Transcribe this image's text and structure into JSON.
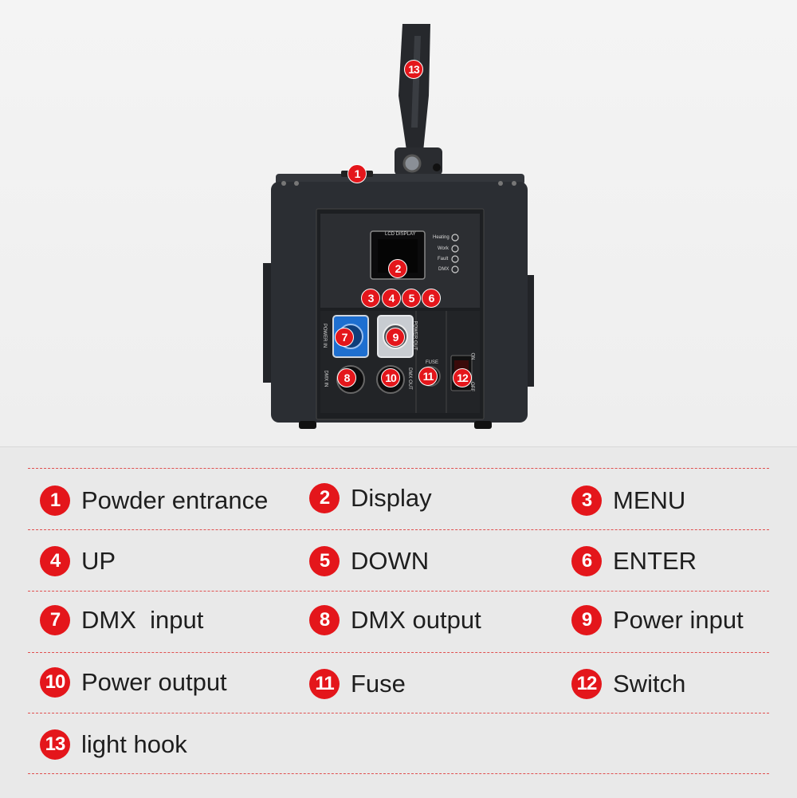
{
  "photo": {
    "panel_texts": {
      "lcd_display": "LCD DISPLAY",
      "indicator_heating": "Heating",
      "indicator_work": "Work",
      "indicator_fault": "Fault",
      "indicator_dmx": "DMX",
      "power_in": "POWER IN",
      "power_out": "POWER OUT",
      "dmx_in": "DMX IN",
      "dmx_out": "DMX OUT",
      "fuse": "FUSE",
      "on": "ON",
      "off": "OFF"
    },
    "markers": [
      "1",
      "2",
      "3",
      "4",
      "5",
      "6",
      "7",
      "8",
      "9",
      "10",
      "11",
      "12",
      "13"
    ]
  },
  "legend": {
    "items": [
      {
        "num": "1",
        "label": "Powder entrance"
      },
      {
        "num": "2",
        "label": "Display"
      },
      {
        "num": "3",
        "label": "MENU"
      },
      {
        "num": "4",
        "label": "UP"
      },
      {
        "num": "5",
        "label": "DOWN"
      },
      {
        "num": "6",
        "label": "ENTER"
      },
      {
        "num": "7",
        "label": "DMX  input"
      },
      {
        "num": "8",
        "label": "DMX output"
      },
      {
        "num": "9",
        "label": "Power input"
      },
      {
        "num": "10",
        "label": "Power output"
      },
      {
        "num": "11",
        "label": "Fuse"
      },
      {
        "num": "12",
        "label": "Switch"
      },
      {
        "num": "13",
        "label": "light hook"
      }
    ]
  },
  "colors": {
    "badge": "#e4161b",
    "divider": "#e05050",
    "device_body": "#2b2e33",
    "powercon_blue": "#1e6fd0"
  }
}
